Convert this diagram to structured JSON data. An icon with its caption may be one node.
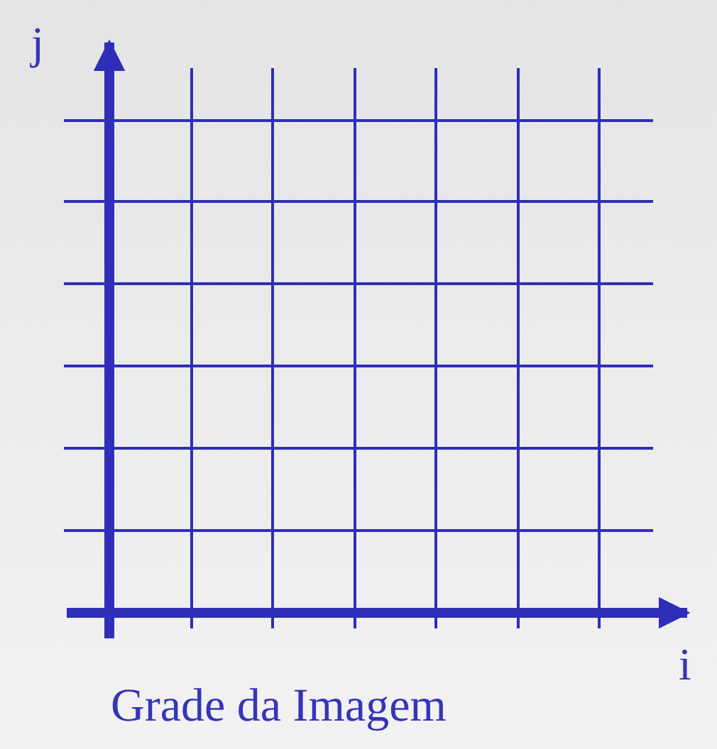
{
  "diagram": {
    "caption": "Grade da Imagem",
    "labels": [
      "j",
      "i"
    ]
  }
}
